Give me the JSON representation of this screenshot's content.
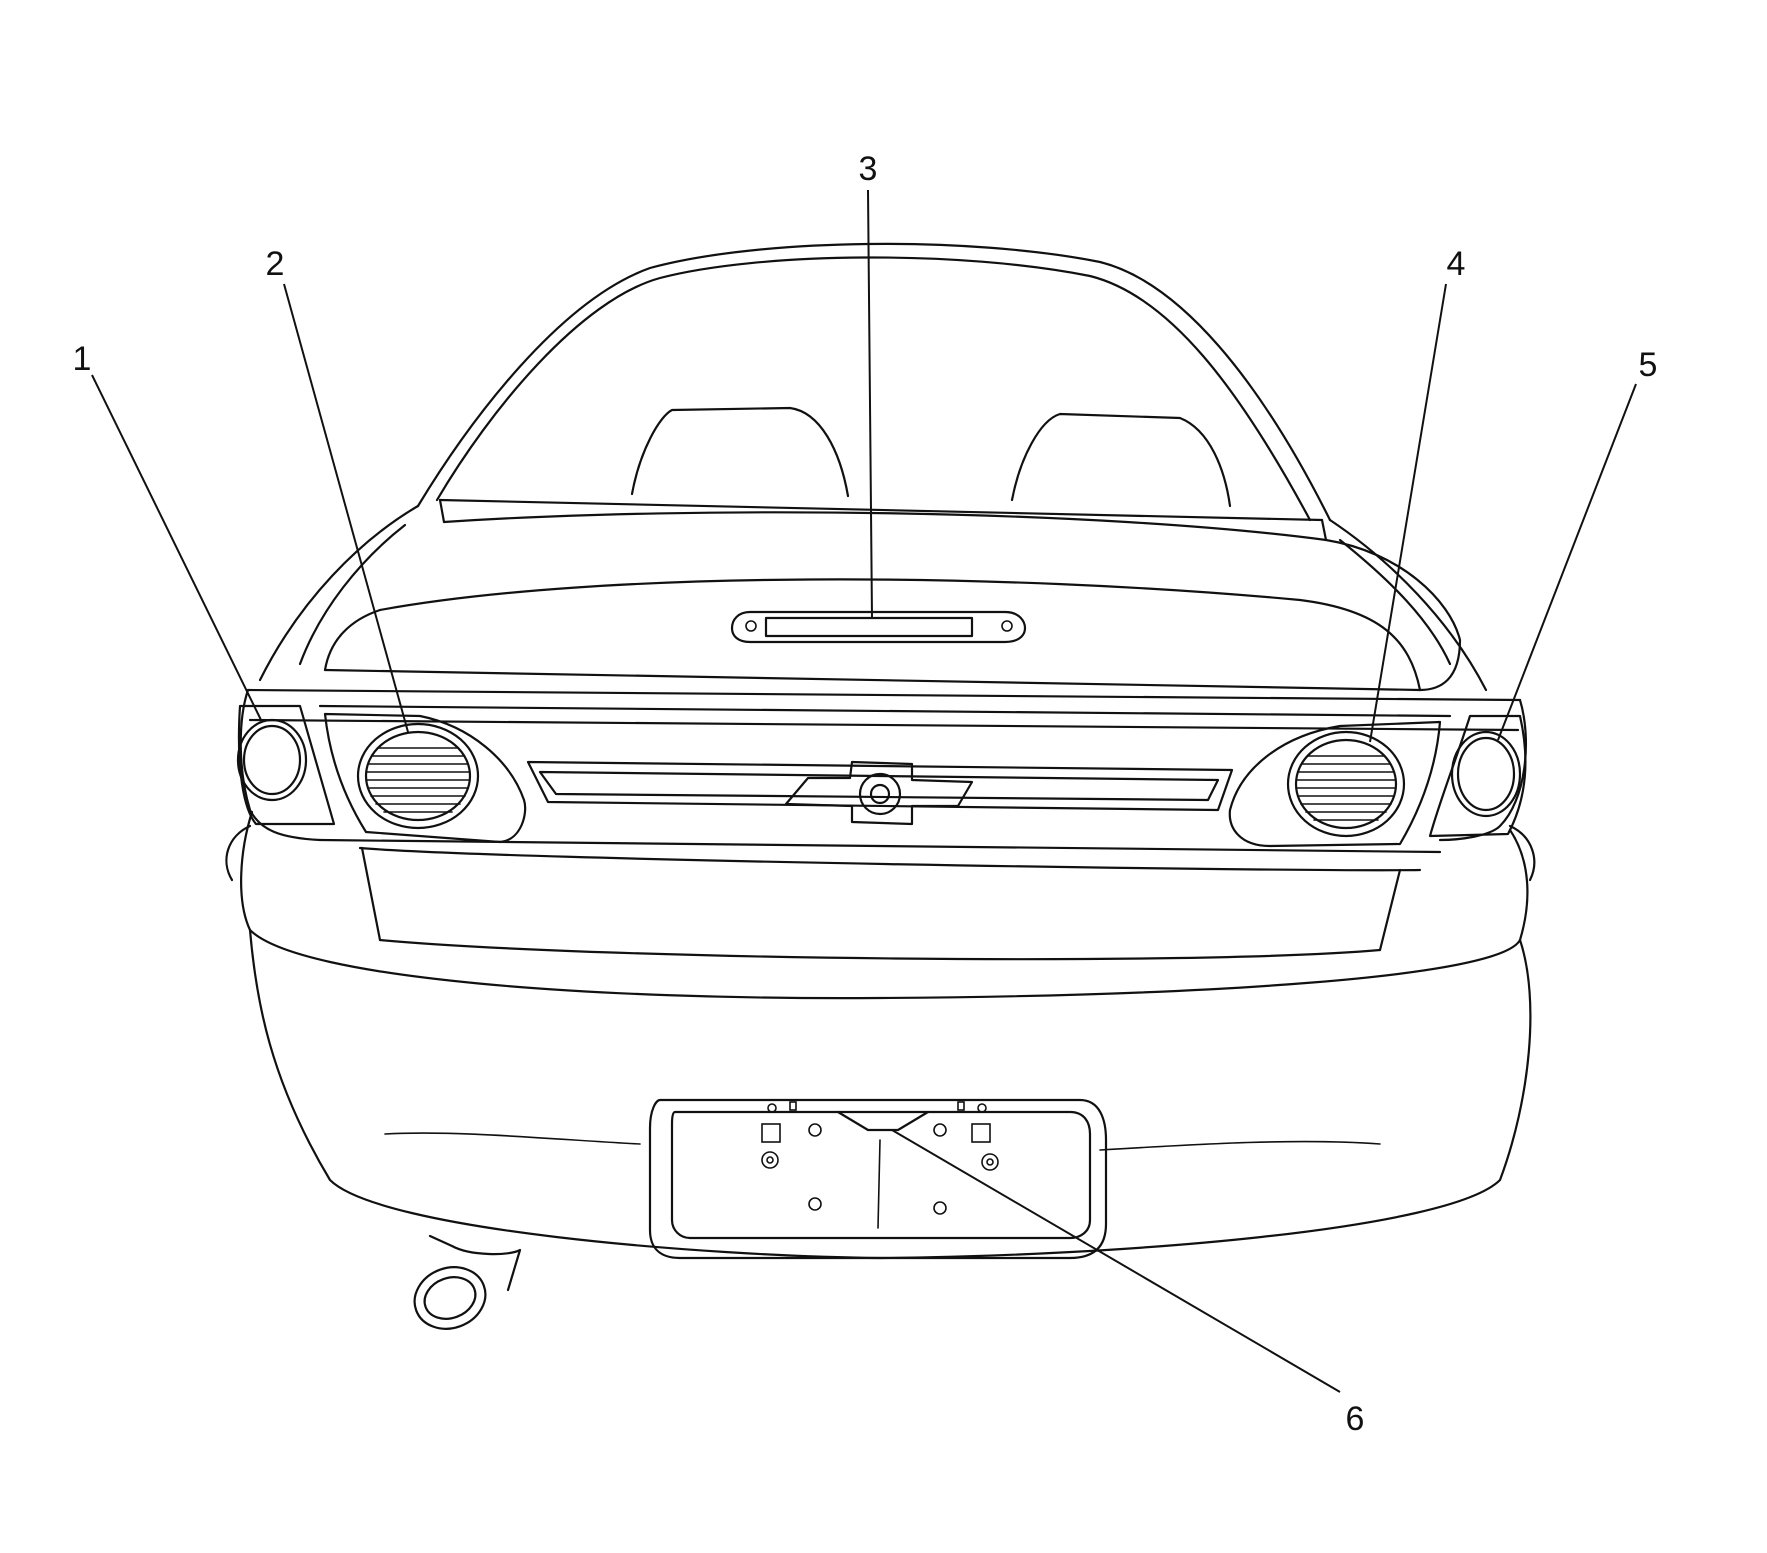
{
  "callouts": [
    {
      "id": "1",
      "label": "1"
    },
    {
      "id": "2",
      "label": "2"
    },
    {
      "id": "3",
      "label": "3"
    },
    {
      "id": "4",
      "label": "4"
    },
    {
      "id": "5",
      "label": "5"
    },
    {
      "id": "6",
      "label": "6"
    }
  ],
  "colors": {
    "line": "#111111",
    "background": "#ffffff"
  }
}
